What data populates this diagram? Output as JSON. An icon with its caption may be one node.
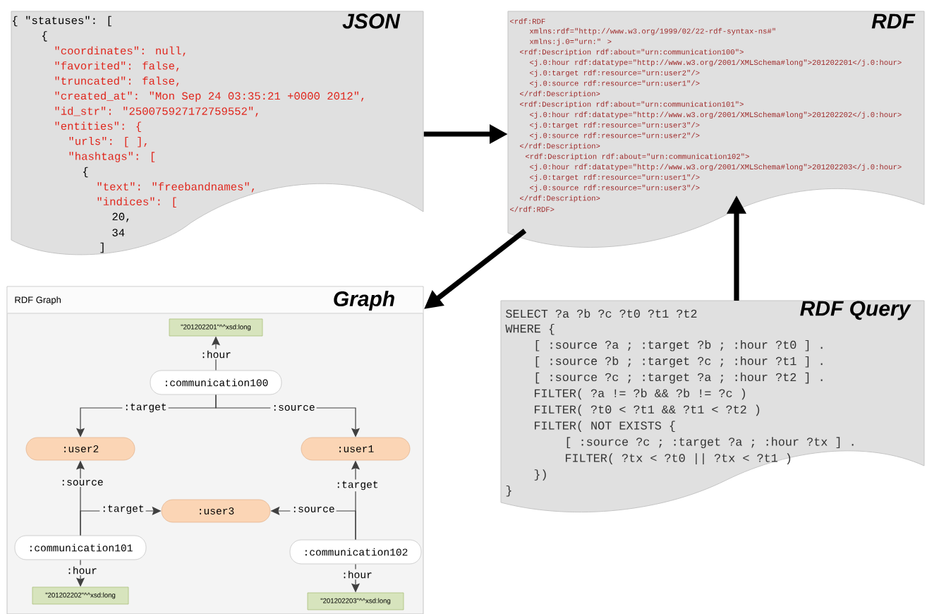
{
  "diagram": {
    "nodes": [
      {
        "text": [
          "{ \"statuses\": [",
          "{",
          "\"coordinates\": null,",
          "\"favorited\": false,",
          "\"truncated\": false,",
          "\"created_at\": \"Mon Sep 24 03:35:21 +0000 2012\",",
          "\"id_str\": \"250075927172759552\",",
          "\"entities\": {",
          "\"urls\": [ ],",
          "\"hashtags\": [",
          "{",
          "\"text\": \"freebandnames\",",
          "\"indices\": [",
          "20,",
          "34",
          "]",
          "JSON"
        ]
      },
      {
        "text": [
          "<rdf:RDF",
          "xmlns:rdf=\"http://www.w3.org/1999/02/22-rdf-syntax-ns#\"",
          "xmlns:j.0=\"urn:\" >",
          "<rdf:Description rdf:about=\"urn:communication100\">",
          "<j.0:hour rdf:datatype=\"http://www.w3.org/2001/XMLSchema#long\">201202201</j.0:hour>",
          "<j.0:target rdf:resource=\"urn:user2\"/>",
          "<j.0:source rdf:resource=\"urn:user1\"/>",
          "</rdf:Description>",
          "<rdf:Description rdf:about=\"urn:communication101\">",
          "<j.0:hour rdf:datatype=\"http://www.w3.org/2001/XMLSchema#long\">201202202</j.0:hour>",
          "<j.0:target rdf:resource=\"urn:user3\"/>",
          "<j.0:source rdf:resource=\"urn:user2\"/>",
          "</rdf:Description>",
          "<rdf:Description rdf:about=\"urn:communication102\">",
          "<j.0:hour rdf:datatype=\"http://www.w3.org/2001/XMLSchema#long\">201202203</j.0:hour>",
          "<j.0:target rdf:resource=\"urn:user1\"/>",
          "<j.0:source rdf:resource=\"urn:user3\"/>",
          "</rdf:Description>",
          "</rdf:RDF>",
          "RDF"
        ]
      },
      {
        "text": [
          "RDF Graph",
          "Graph"
        ]
      },
      {
        "text": [
          "\"201202201\"^^xsd:long"
        ],
        "in": 2
      },
      {
        "text": [
          ":communication100"
        ],
        "in": 2
      },
      {
        "text": [
          ":user2"
        ],
        "in": 2
      },
      {
        "text": [
          ":user1"
        ],
        "in": 2
      },
      {
        "text": [
          ":user3"
        ],
        "in": 2
      },
      {
        "text": [
          ":communication101"
        ],
        "in": 2
      },
      {
        "text": [
          ":communication102"
        ],
        "in": 2
      },
      {
        "text": [
          "\"201202202\"^^xsd:long"
        ],
        "in": 2
      },
      {
        "text": [
          "\"201202203\"^^xsd:long"
        ],
        "in": 2
      },
      {
        "text": [
          "SELECT ?a ?b ?c ?t0 ?t1 ?t2",
          "WHERE {",
          "[ :source ?a ; :target ?b ; :hour ?t0 ] .",
          "[ :source ?b ; :target ?c ; :hour ?t1 ] .",
          "[ :source ?c ; :target ?a ; :hour ?t2 ] .",
          "FILTER( ?a != ?b && ?b != ?c )",
          "FILTER( ?t0 < ?t1 && ?t1 < ?t2 )",
          "FILTER( NOT EXISTS {",
          "[ :source ?c ; :target ?a ; :hour ?tx ] .",
          "FILTER( ?tx < ?t0 || ?tx < ?t1 )",
          "})",
          "}",
          "RDF Query"
        ]
      }
    ],
    "edges": [
      {
        "from": 0,
        "to": 1,
        "arrow": "to",
        "style": "thick"
      },
      {
        "from": 1,
        "to": 2,
        "arrow": "to",
        "style": "thick"
      },
      {
        "from": 12,
        "to": 1,
        "arrow": "to",
        "style": "thick"
      },
      {
        "from": 4,
        "to": 3,
        "arrow": "to",
        "label": ":hour"
      },
      {
        "from": 4,
        "to": 5,
        "arrow": "to",
        "label": ":target"
      },
      {
        "from": 4,
        "to": 6,
        "arrow": "to",
        "label": ":source"
      },
      {
        "from": 8,
        "to": 5,
        "arrow": "to",
        "label": ":source"
      },
      {
        "from": 8,
        "to": 7,
        "arrow": "to",
        "label": ":target"
      },
      {
        "from": 9,
        "to": 7,
        "arrow": "to",
        "label": ":source"
      },
      {
        "from": 9,
        "to": 6,
        "arrow": "to",
        "label": ":target"
      },
      {
        "from": 8,
        "to": 10,
        "arrow": "to",
        "label": ":hour"
      },
      {
        "from": 9,
        "to": 11,
        "arrow": "to",
        "label": ":hour"
      }
    ]
  }
}
